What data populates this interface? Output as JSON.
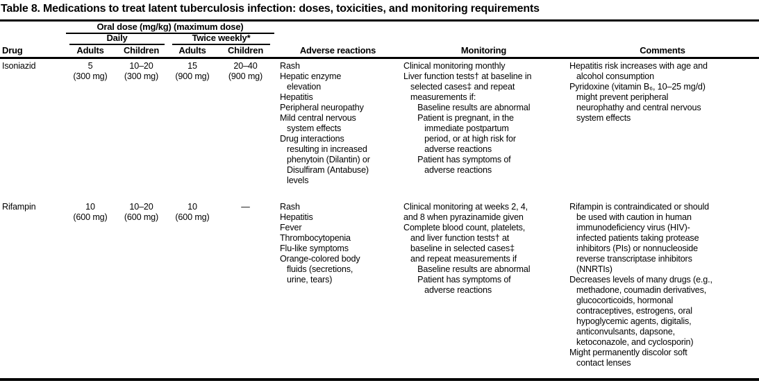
{
  "title": "Table 8. Medications to treat latent tuberculosis infection: doses, toxicities, and monitoring requirements",
  "header": {
    "dose_group": "Oral dose (mg/kg) (maximum dose)",
    "daily": "Daily",
    "twice_weekly": "Twice weekly*",
    "columns": {
      "drug": "Drug",
      "adults_daily": "Adults",
      "children_daily": "Children",
      "adults_twice": "Adults",
      "children_twice": "Children",
      "adverse": "Adverse reactions",
      "monitoring": "Monitoring",
      "comments": "Comments"
    }
  },
  "rows": [
    {
      "drug": "Isoniazid",
      "daily_adults": "5\n(300 mg)",
      "daily_children": "10–20\n(300 mg)",
      "twice_adults": "15\n(900 mg)",
      "twice_children": "20–40\n(900 mg)",
      "adverse": "Rash\nHepatic enzyme\n   elevation\nHepatitis\nPeripheral neuropathy\nMild central nervous\n   system effects\nDrug interactions\n   resulting in increased\n   phenytoin (Dilantin) or\n   Disulfiram (Antabuse)\n   levels",
      "monitoring": "Clinical monitoring monthly\nLiver function tests† at baseline in\n   selected cases‡ and repeat\n   measurements if:\n      Baseline results are abnormal\n      Patient is pregnant, in the\n         immediate postpartum\n         period, or at high risk for\n         adverse reactions\n      Patient has symptoms of\n         adverse reactions",
      "comments": "Hepatitis risk increases with age and\n   alcohol consumption\nPyridoxine (vitamin B₆, 10–25 mg/d)\n   might prevent peripheral\n   neurophathy and central nervous\n   system effects"
    },
    {
      "drug": "Rifampin",
      "daily_adults": "10\n(600 mg)",
      "daily_children": "10–20\n(600 mg)",
      "twice_adults": "10\n(600 mg)",
      "twice_children": "—",
      "adverse": "Rash\nHepatitis\nFever\nThrombocytopenia\nFlu-like symptoms\nOrange-colored body\n   fluids (secretions,\n   urine, tears)",
      "monitoring": "Clinical monitoring at weeks 2, 4,\nand 8 when pyrazinamide given\nComplete blood count, platelets,\n   and liver function tests† at\n   baseline in selected cases‡\n   and repeat measurements if\n      Baseline results are abnormal\n      Patient has symptoms of\n         adverse reactions",
      "comments": "Rifampin is contraindicated or should\n   be used with caution in human\n   immunodeficiency virus (HIV)-\n   infected patients taking protease\n   inhibitors (PIs) or nonnucleoside\n   reverse transcriptase inhibitors\n   (NNRTIs)\nDecreases levels of many drugs (e.g.,\n   methadone, coumadin derivatives,\n   glucocorticoids, hormonal\n   contraceptives, estrogens, oral\n   hypoglycemic agents, digitalis,\n   anticonvulsants, dapsone,\n   ketoconazole, and cyclosporin)\nMight permanently discolor soft\n   contact lenses"
    }
  ]
}
